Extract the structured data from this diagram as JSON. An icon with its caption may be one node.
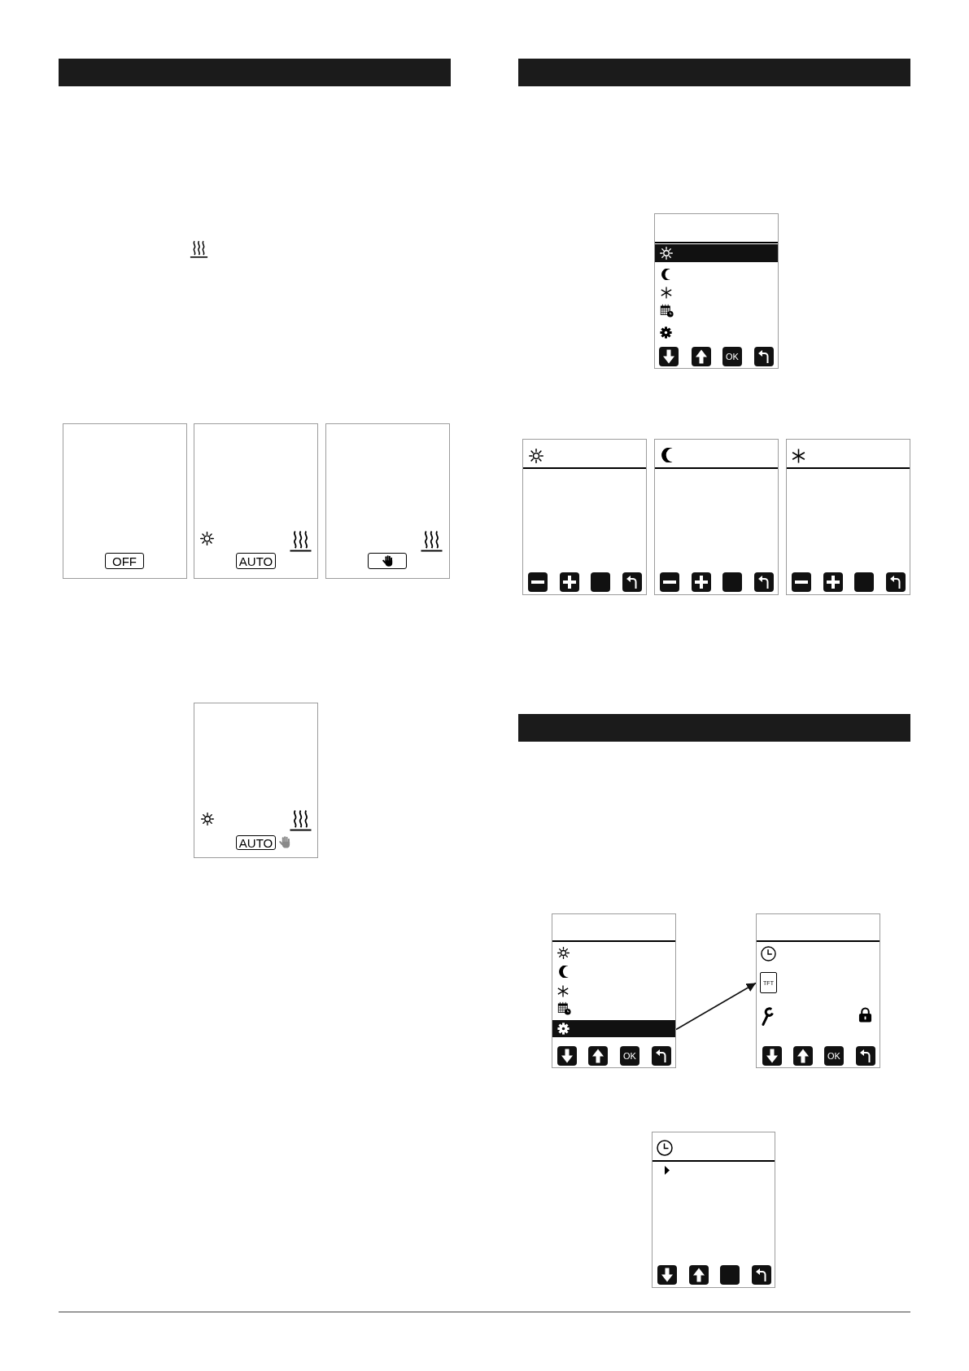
{
  "diagram": {
    "nodes": [
      {
        "text": [],
        "shape": "box"
      },
      {
        "text": [
          "OFF"
        ],
        "in": 0
      },
      {
        "text": [],
        "shape": "box"
      },
      {
        "text": [
          "AUTO"
        ],
        "in": 2
      },
      {
        "text": [],
        "shape": "box"
      },
      {
        "text": [],
        "shape": "box",
        "in": 4
      },
      {
        "text": [],
        "shape": "box"
      },
      {
        "text": [
          "AUTO"
        ],
        "in": 6
      },
      {
        "text": [],
        "shape": "box"
      },
      {
        "text": [
          "OK"
        ],
        "in": 8
      },
      {
        "text": [],
        "shape": "box"
      },
      {
        "text": [],
        "shape": "box"
      },
      {
        "text": [],
        "shape": "box"
      },
      {
        "text": [],
        "shape": "box"
      },
      {
        "text": [
          "OK"
        ],
        "in": 13
      },
      {
        "text": [],
        "shape": "box"
      },
      {
        "text": [
          "TFT"
        ],
        "in": 15
      },
      {
        "text": [
          "OK"
        ],
        "in": 15
      },
      {
        "text": [],
        "shape": "box"
      }
    ],
    "edges": [
      {
        "from": 13,
        "to": 15,
        "arrow": "to"
      }
    ]
  }
}
